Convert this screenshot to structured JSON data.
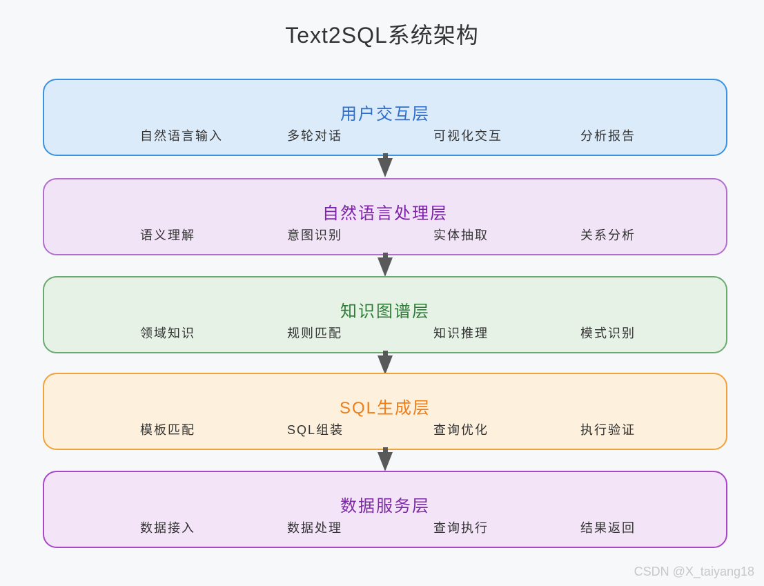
{
  "page": {
    "title": "Text2SQL系统架构",
    "background": "#f6f8fa",
    "title_color": "#333333",
    "arrow_color": "#595959",
    "item_color": "#333333",
    "watermark": "CSDN @X_taiyang18",
    "watermark_color": "#c8c8c8"
  },
  "layers": [
    {
      "id": "user-interaction",
      "title": "用户交互层",
      "items": [
        "自然语言输入",
        "多轮对话",
        "可视化交互",
        "分析报告"
      ],
      "colors": {
        "bg": "#dcebf9",
        "border": "#3a92e0",
        "title": "#2c6fce"
      }
    },
    {
      "id": "nlp",
      "title": "自然语言处理层",
      "items": [
        "语义理解",
        "意图识别",
        "实体抽取",
        "关系分析"
      ],
      "colors": {
        "bg": "#f2e4f7",
        "border": "#b06fcd",
        "title": "#7d22aa"
      }
    },
    {
      "id": "knowledge-graph",
      "title": "知识图谱层",
      "items": [
        "领域知识",
        "规则匹配",
        "知识推理",
        "模式识别"
      ],
      "colors": {
        "bg": "#e7f2e7",
        "border": "#6aaa6e",
        "title": "#2e7d36"
      }
    },
    {
      "id": "sql-generation",
      "title": "SQL生成层",
      "items": [
        "模板匹配",
        "SQL组装",
        "查询优化",
        "执行验证"
      ],
      "colors": {
        "bg": "#fdf0dc",
        "border": "#f0a33a",
        "title": "#ef7d17"
      }
    },
    {
      "id": "data-service",
      "title": "数据服务层",
      "items": [
        "数据接入",
        "数据处理",
        "查询执行",
        "结果返回"
      ],
      "colors": {
        "bg": "#f3e4f7",
        "border": "#aa46c8",
        "title": "#7d2aa5"
      }
    }
  ]
}
